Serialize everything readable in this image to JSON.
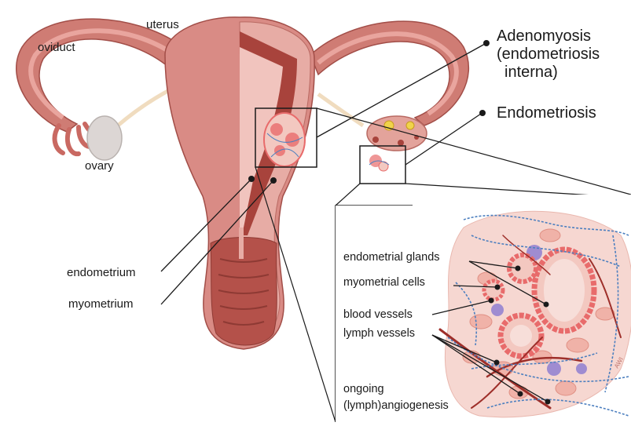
{
  "labels": {
    "uterus": "uterus",
    "oviduct": "oviduct",
    "ovary": "ovary",
    "endometrium": "endometrium",
    "myometrium": "myometrium",
    "adenomyosis_line1": "Adenomyosis",
    "adenomyosis_line2": "(endometriosis",
    "adenomyosis_line3": "interna)",
    "endometriosis": "Endometriosis"
  },
  "inset_labels": {
    "endometrial_glands": "endometrial glands",
    "myometrial_cells": "myometrial cells",
    "blood_vessels": "blood vessels",
    "lymph_vessels": "lymph vessels",
    "ongoing_line1": "ongoing",
    "ongoing_line2": "(lymph)angiogenesis"
  },
  "artist_mark": "AWI",
  "colors": {
    "uterus_outer": "#d98b85",
    "uterus_mid": "#c97068",
    "endometrium": "#a8433c",
    "cervix_inner": "#b4514a",
    "oviduct_fill": "#cf7c74",
    "ovary": "#d9d4d2",
    "ligament": "#f0dcbf",
    "gland_outer": "#e86b6b",
    "gland_inner": "#f3c8c0",
    "myo_cell": "#f0b2a8",
    "vessel_blood": "#9e2f2a",
    "vessel_lymph": "#4c7fbf",
    "violet_cell": "#8f7fd1",
    "line": "#1a1a1a"
  }
}
